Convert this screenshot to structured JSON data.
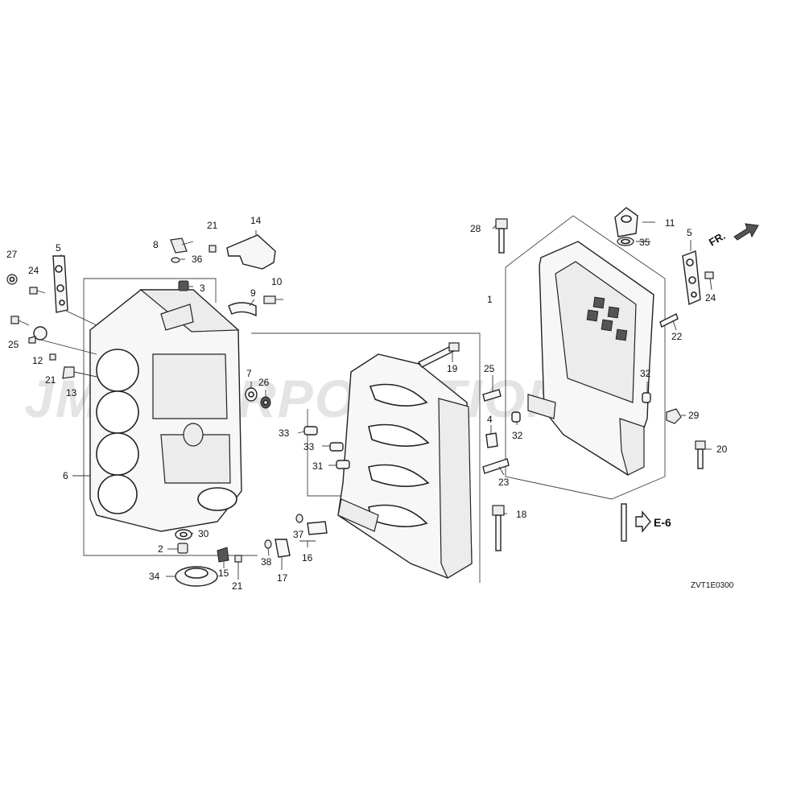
{
  "diagram_code": "ZVT1E0300",
  "watermark": "JMS CORPORATION",
  "direction_label": "FR.",
  "reference_label": "E-6",
  "callouts": [
    {
      "id": "c1",
      "text": "1"
    },
    {
      "id": "c2",
      "text": "2"
    },
    {
      "id": "c3",
      "text": "3"
    },
    {
      "id": "c4",
      "text": "4"
    },
    {
      "id": "c5a",
      "text": "5"
    },
    {
      "id": "c5b",
      "text": "5"
    },
    {
      "id": "c6",
      "text": "6"
    },
    {
      "id": "c7",
      "text": "7"
    },
    {
      "id": "c8",
      "text": "8"
    },
    {
      "id": "c9",
      "text": "9"
    },
    {
      "id": "c10",
      "text": "10"
    },
    {
      "id": "c11",
      "text": "11"
    },
    {
      "id": "c12",
      "text": "12"
    },
    {
      "id": "c13",
      "text": "13"
    },
    {
      "id": "c14",
      "text": "14"
    },
    {
      "id": "c15",
      "text": "15"
    },
    {
      "id": "c16",
      "text": "16"
    },
    {
      "id": "c17",
      "text": "17"
    },
    {
      "id": "c18",
      "text": "18"
    },
    {
      "id": "c19",
      "text": "19"
    },
    {
      "id": "c20",
      "text": "20"
    },
    {
      "id": "c21a",
      "text": "21"
    },
    {
      "id": "c21b",
      "text": "21"
    },
    {
      "id": "c21c",
      "text": "21"
    },
    {
      "id": "c22",
      "text": "22"
    },
    {
      "id": "c23",
      "text": "23"
    },
    {
      "id": "c24a",
      "text": "24"
    },
    {
      "id": "c24b",
      "text": "24"
    },
    {
      "id": "c25a",
      "text": "25"
    },
    {
      "id": "c25b",
      "text": "25"
    },
    {
      "id": "c26",
      "text": "26"
    },
    {
      "id": "c27",
      "text": "27"
    },
    {
      "id": "c28",
      "text": "28"
    },
    {
      "id": "c29",
      "text": "29"
    },
    {
      "id": "c30",
      "text": "30"
    },
    {
      "id": "c31",
      "text": "31"
    },
    {
      "id": "c32a",
      "text": "32"
    },
    {
      "id": "c32b",
      "text": "32"
    },
    {
      "id": "c33a",
      "text": "33"
    },
    {
      "id": "c33b",
      "text": "33"
    },
    {
      "id": "c34",
      "text": "34"
    },
    {
      "id": "c35",
      "text": "35"
    },
    {
      "id": "c36",
      "text": "36"
    },
    {
      "id": "c37",
      "text": "37"
    },
    {
      "id": "c38",
      "text": "38"
    }
  ]
}
